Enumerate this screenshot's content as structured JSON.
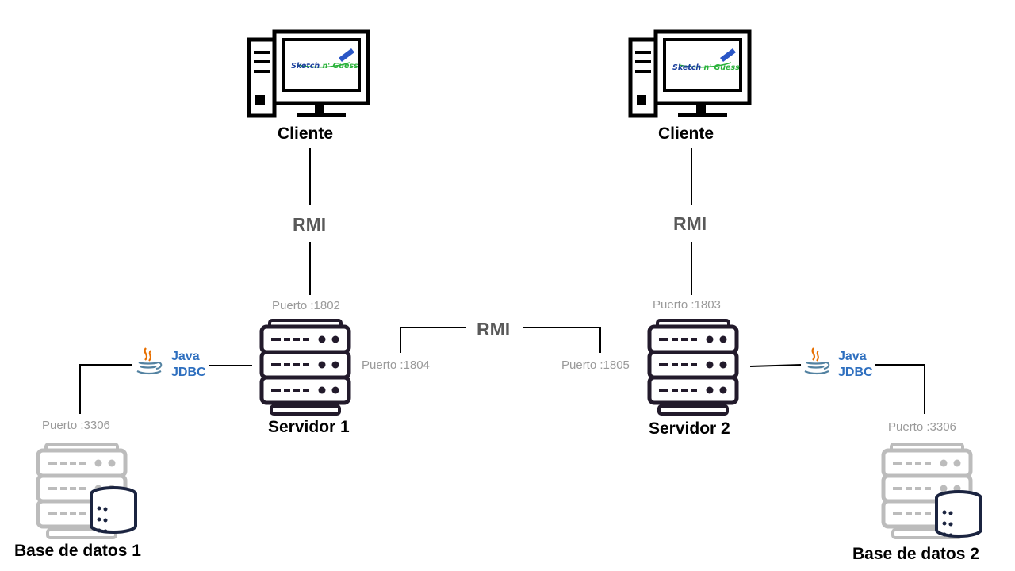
{
  "diagram": {
    "clients": [
      {
        "label": "Cliente",
        "logo_part1": "Sketch",
        "logo_part2": " n' Guess"
      },
      {
        "label": "Cliente",
        "logo_part1": "Sketch",
        "logo_part2": " n' Guess"
      }
    ],
    "client_links": [
      {
        "protocol": "RMI"
      },
      {
        "protocol": "RMI"
      }
    ],
    "servers": [
      {
        "label": "Servidor 1",
        "client_port": "Puerto :1802",
        "peer_port": "Puerto :1804"
      },
      {
        "label": "Servidor 2",
        "client_port": "Puerto :1803",
        "peer_port": "Puerto :1805"
      }
    ],
    "server_link": {
      "protocol": "RMI"
    },
    "db_links": [
      {
        "line1": "Java",
        "line2": "JDBC"
      },
      {
        "line1": "Java",
        "line2": "JDBC"
      }
    ],
    "databases": [
      {
        "label": "Base de datos 1",
        "port": "Puerto :3306"
      },
      {
        "label": "Base de datos 2",
        "port": "Puerto :3306"
      }
    ],
    "colors": {
      "edge": "#000000",
      "server_icon": "#221a2b",
      "db_icon": "#bcbcbc",
      "port_text": "#9a9a9a",
      "rmi_text": "#595959",
      "jdbc_text": "#2e6fbf",
      "java_cup": "#5382a1",
      "java_steam": "#e76f00",
      "logo_part1": "#1b3f9c",
      "logo_part2": "#2ab23a"
    }
  }
}
